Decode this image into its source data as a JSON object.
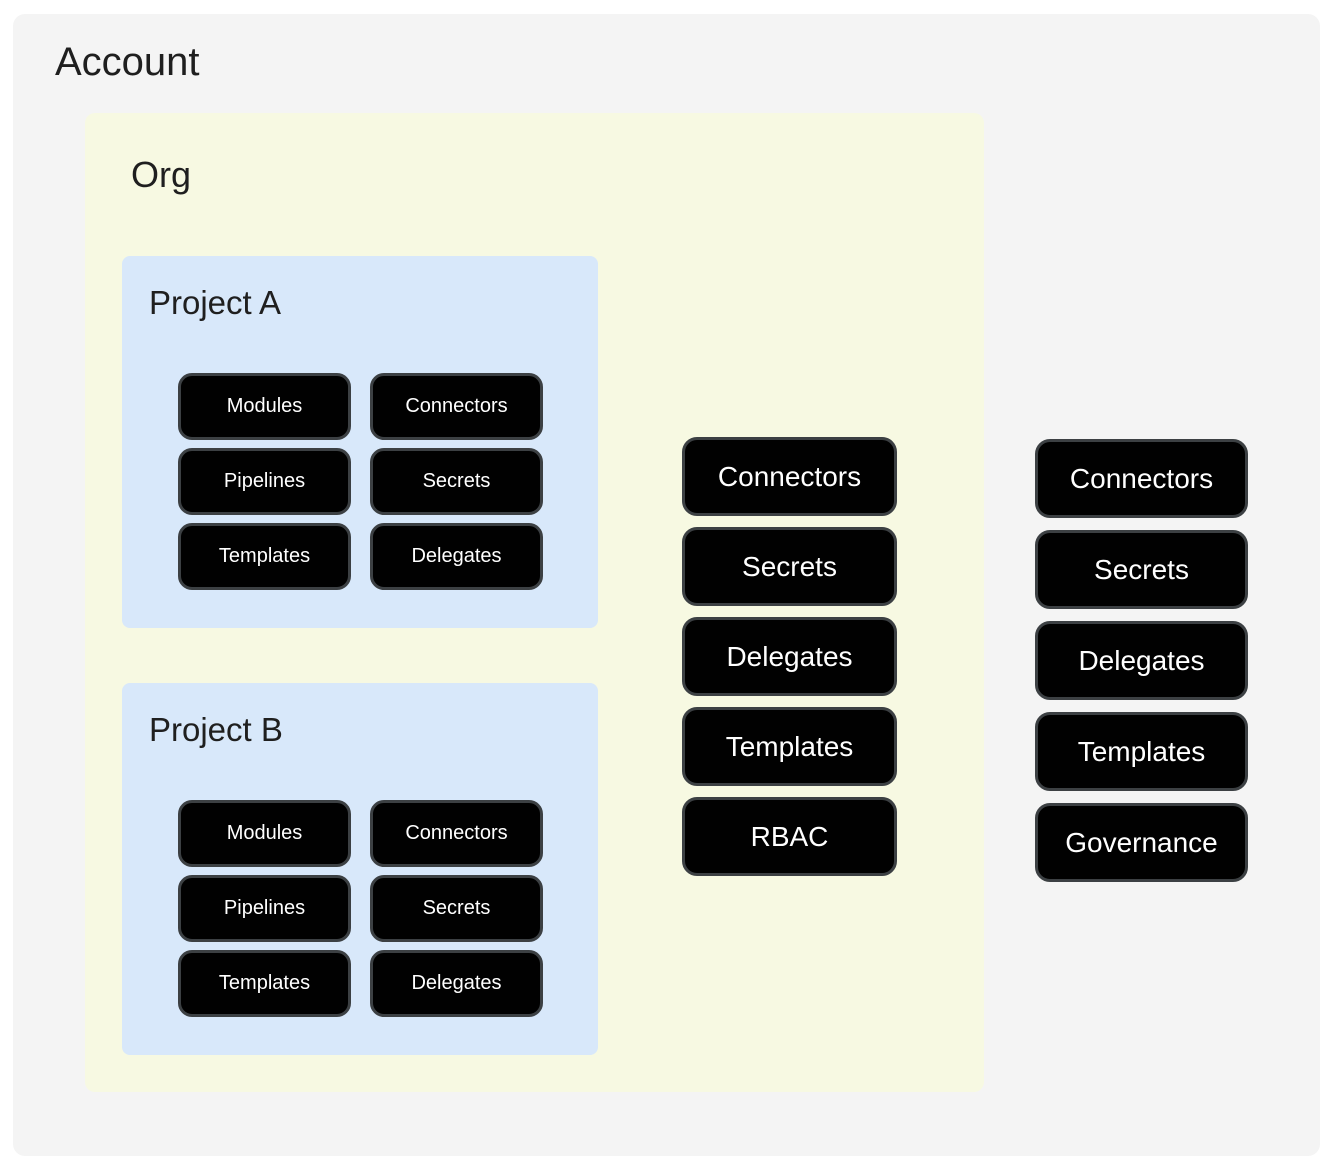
{
  "diagram": {
    "account": {
      "title": "Account",
      "resources": [
        "Connectors",
        "Secrets",
        "Delegates",
        "Templates",
        "Governance"
      ]
    },
    "org": {
      "title": "Org",
      "resources": [
        "Connectors",
        "Secrets",
        "Delegates",
        "Templates",
        "RBAC"
      ]
    },
    "projects": [
      {
        "title": "Project A",
        "resources": [
          "Modules",
          "Connectors",
          "Pipelines",
          "Secrets",
          "Templates",
          "Delegates"
        ]
      },
      {
        "title": "Project B",
        "resources": [
          "Modules",
          "Connectors",
          "Pipelines",
          "Secrets",
          "Templates",
          "Delegates"
        ]
      }
    ],
    "colors": {
      "page_bg": "#ffffff",
      "account_bg": "#f4f4f4",
      "org_bg": "#f7f9e2",
      "project_bg": "#d8e8fa",
      "pill_bg": "#010101",
      "pill_border": "#3c4043",
      "pill_text": "#ffffff",
      "title_text": "#1f1f1f"
    }
  }
}
